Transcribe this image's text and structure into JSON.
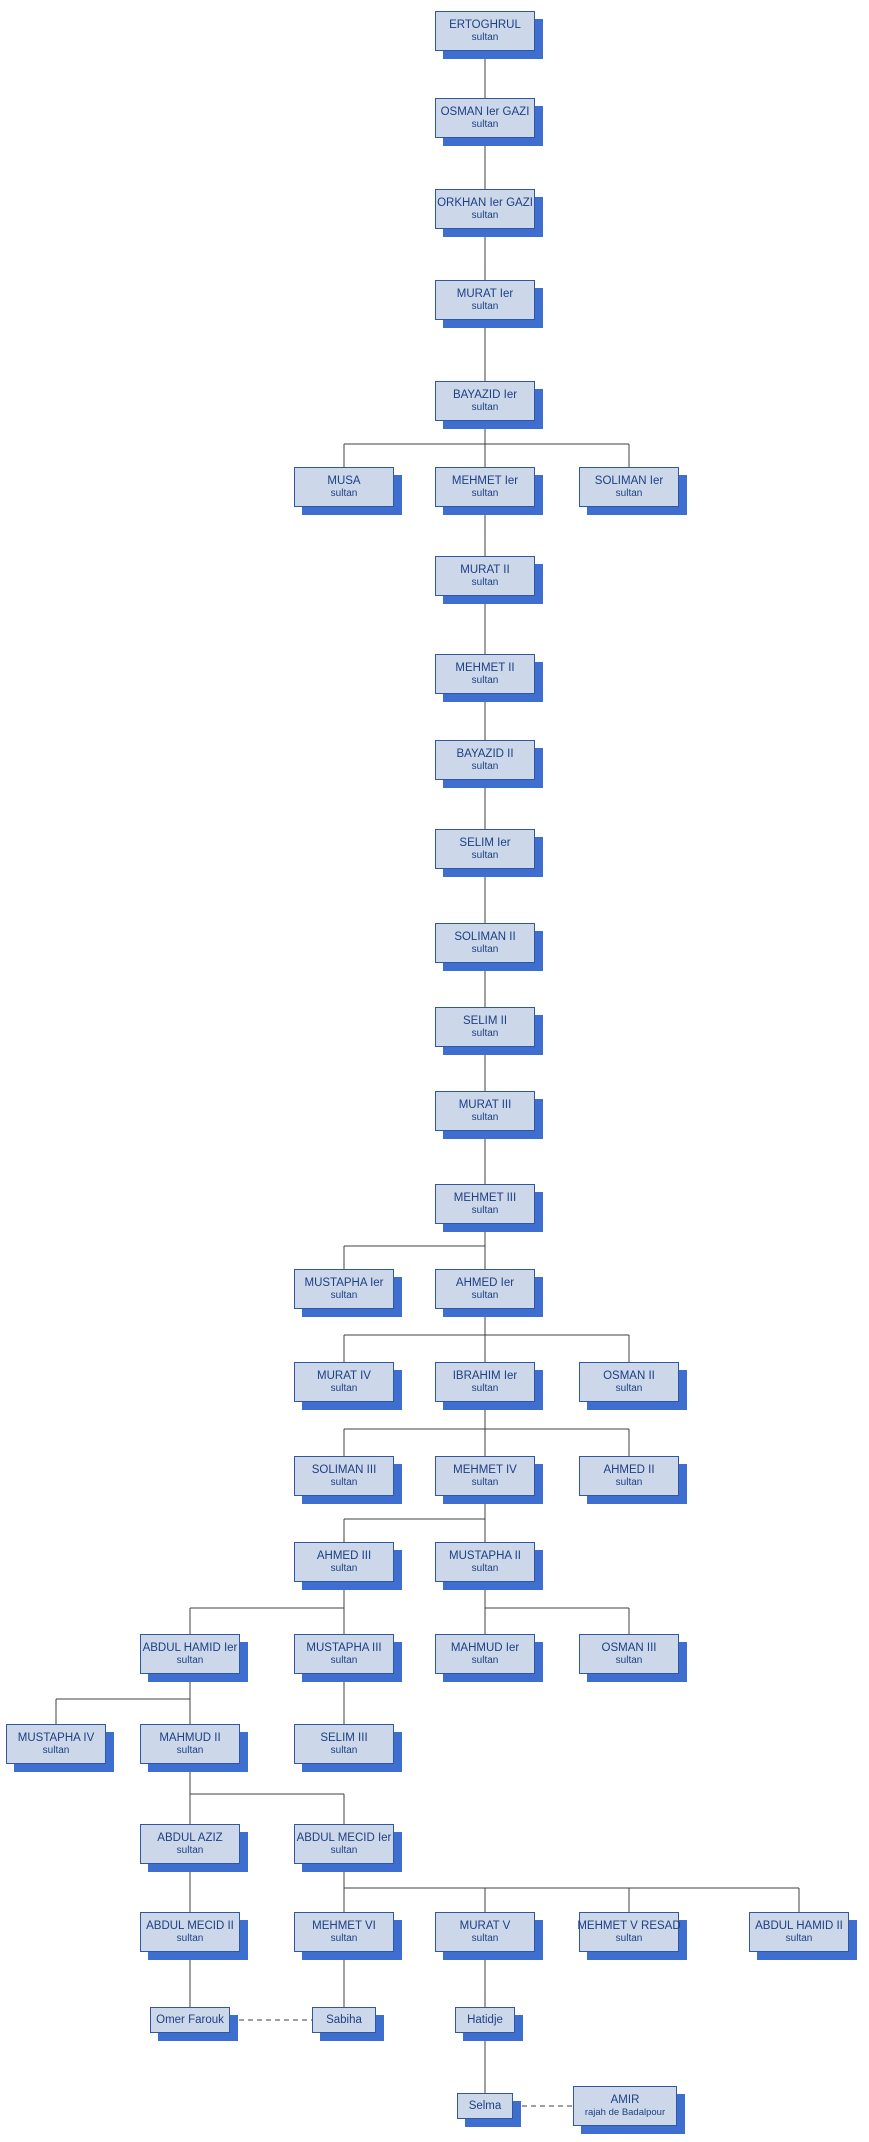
{
  "diagram": {
    "type": "family-tree",
    "subject": "Ottoman dynasty genealogy",
    "colors": {
      "background": "#ffffff",
      "node_fill": "#ccd8ea",
      "node_border": "#30589f",
      "node_shadow": "#3e6fd0",
      "node_text": "#1d3f84",
      "connector": "#404040"
    },
    "nodes": [
      {
        "title": "ERTOGHRUL",
        "subtitle": "sultan"
      },
      {
        "title": "OSMAN Ier GAZI",
        "subtitle": "sultan"
      },
      {
        "title": "ORKHAN Ier GAZI",
        "subtitle": "sultan"
      },
      {
        "title": "MURAT Ier",
        "subtitle": "sultan"
      },
      {
        "title": "BAYAZID Ier",
        "subtitle": "sultan"
      },
      {
        "title": "MUSA",
        "subtitle": "sultan"
      },
      {
        "title": "MEHMET Ier",
        "subtitle": "sultan"
      },
      {
        "title": "SOLIMAN Ier",
        "subtitle": "sultan"
      },
      {
        "title": "MURAT II",
        "subtitle": "sultan"
      },
      {
        "title": "MEHMET II",
        "subtitle": "sultan"
      },
      {
        "title": "BAYAZID II",
        "subtitle": "sultan"
      },
      {
        "title": "SELIM Ier",
        "subtitle": "sultan"
      },
      {
        "title": "SOLIMAN II",
        "subtitle": "sultan"
      },
      {
        "title": "SELIM II",
        "subtitle": "sultan"
      },
      {
        "title": "MURAT III",
        "subtitle": "sultan"
      },
      {
        "title": "MEHMET III",
        "subtitle": "sultan"
      },
      {
        "title": "MUSTAPHA Ier",
        "subtitle": "sultan"
      },
      {
        "title": "AHMED Ier",
        "subtitle": "sultan"
      },
      {
        "title": "MURAT IV",
        "subtitle": "sultan"
      },
      {
        "title": "IBRAHIM Ier",
        "subtitle": "sultan"
      },
      {
        "title": "OSMAN II",
        "subtitle": "sultan"
      },
      {
        "title": "SOLIMAN III",
        "subtitle": "sultan"
      },
      {
        "title": "MEHMET  IV",
        "subtitle": "sultan"
      },
      {
        "title": "AHMED II",
        "subtitle": "sultan"
      },
      {
        "title": "AHMED  III",
        "subtitle": "sultan"
      },
      {
        "title": "MUSTAPHA II",
        "subtitle": "sultan"
      },
      {
        "title": "ABDUL HAMID Ier",
        "subtitle": "sultan"
      },
      {
        "title": "MUSTAPHA III",
        "subtitle": "sultan"
      },
      {
        "title": "MAHMUD Ier",
        "subtitle": "sultan"
      },
      {
        "title": "OSMAN III",
        "subtitle": "sultan"
      },
      {
        "title": "MUSTAPHA IV",
        "subtitle": "sultan"
      },
      {
        "title": "MAHMUD II",
        "subtitle": "sultan"
      },
      {
        "title": "SELIM III",
        "subtitle": "sultan"
      },
      {
        "title": "ABDUL AZIZ",
        "subtitle": "sultan"
      },
      {
        "title": "ABDUL MECID Ier",
        "subtitle": "sultan"
      },
      {
        "title": "ABDUL MECID II",
        "subtitle": "sultan"
      },
      {
        "title": "MEHMET VI",
        "subtitle": "sultan"
      },
      {
        "title": "MURAT V",
        "subtitle": "sultan"
      },
      {
        "title": "MEHMET V RESAD",
        "subtitle": "sultan"
      },
      {
        "title": "ABDUL HAMID II",
        "subtitle": "sultan"
      },
      {
        "title": "Omer Farouk"
      },
      {
        "title": "Sabiha"
      },
      {
        "title": "Hatidje"
      },
      {
        "title": "Selma"
      },
      {
        "title": "AMIR",
        "subtitle": "rajah de Badalpour"
      }
    ],
    "edges": [
      {
        "parent": "ERTOGHRUL",
        "children": [
          "OSMAN Ier GAZI"
        ]
      },
      {
        "parent": "OSMAN Ier GAZI",
        "children": [
          "ORKHAN Ier GAZI"
        ]
      },
      {
        "parent": "ORKHAN Ier GAZI",
        "children": [
          "MURAT Ier"
        ]
      },
      {
        "parent": "MURAT Ier",
        "children": [
          "BAYAZID Ier"
        ]
      },
      {
        "parent": "BAYAZID Ier",
        "children": [
          "MUSA",
          "MEHMET Ier",
          "SOLIMAN Ier"
        ]
      },
      {
        "parent": "MEHMET Ier",
        "children": [
          "MURAT II"
        ]
      },
      {
        "parent": "MURAT II",
        "children": [
          "MEHMET II"
        ]
      },
      {
        "parent": "MEHMET II",
        "children": [
          "BAYAZID II"
        ]
      },
      {
        "parent": "BAYAZID II",
        "children": [
          "SELIM Ier"
        ]
      },
      {
        "parent": "SELIM Ier",
        "children": [
          "SOLIMAN II"
        ]
      },
      {
        "parent": "SOLIMAN II",
        "children": [
          "SELIM II"
        ]
      },
      {
        "parent": "SELIM II",
        "children": [
          "MURAT III"
        ]
      },
      {
        "parent": "MURAT III",
        "children": [
          "MEHMET III"
        ]
      },
      {
        "parent": "MEHMET III",
        "children": [
          "MUSTAPHA Ier",
          "AHMED Ier"
        ]
      },
      {
        "parent": "AHMED Ier",
        "children": [
          "MURAT IV",
          "IBRAHIM Ier",
          "OSMAN II"
        ]
      },
      {
        "parent": "IBRAHIM Ier",
        "children": [
          "SOLIMAN III",
          "MEHMET  IV",
          "AHMED II"
        ]
      },
      {
        "parent": "MEHMET  IV",
        "children": [
          "AHMED  III",
          "MUSTAPHA II"
        ]
      },
      {
        "parent": "AHMED  III",
        "children": [
          "ABDUL HAMID Ier",
          "MUSTAPHA III"
        ]
      },
      {
        "parent": "MUSTAPHA II",
        "children": [
          "MAHMUD Ier",
          "OSMAN III"
        ]
      },
      {
        "parent": "ABDUL HAMID Ier",
        "children": [
          "MUSTAPHA IV",
          "MAHMUD II"
        ]
      },
      {
        "parent": "MUSTAPHA III",
        "children": [
          "SELIM III"
        ]
      },
      {
        "parent": "MAHMUD II",
        "children": [
          "ABDUL AZIZ",
          "ABDUL MECID Ier"
        ]
      },
      {
        "parent": "ABDUL AZIZ",
        "children": [
          "ABDUL MECID II"
        ]
      },
      {
        "parent": "ABDUL MECID Ier",
        "children": [
          "MEHMET VI",
          "MURAT V",
          "MEHMET V RESAD",
          "ABDUL HAMID II"
        ]
      },
      {
        "parent": "ABDUL MECID II",
        "children": [
          "Omer Farouk"
        ]
      },
      {
        "parent": "MEHMET VI",
        "children": [
          "Sabiha"
        ]
      },
      {
        "parent": "MURAT V",
        "children": [
          "Hatidje"
        ]
      },
      {
        "parent": "Hatidje",
        "children": [
          "Selma"
        ]
      }
    ],
    "marriages": [
      {
        "between": [
          "Omer Farouk",
          "Sabiha"
        ]
      },
      {
        "between": [
          "Selma",
          "AMIR"
        ]
      }
    ]
  }
}
